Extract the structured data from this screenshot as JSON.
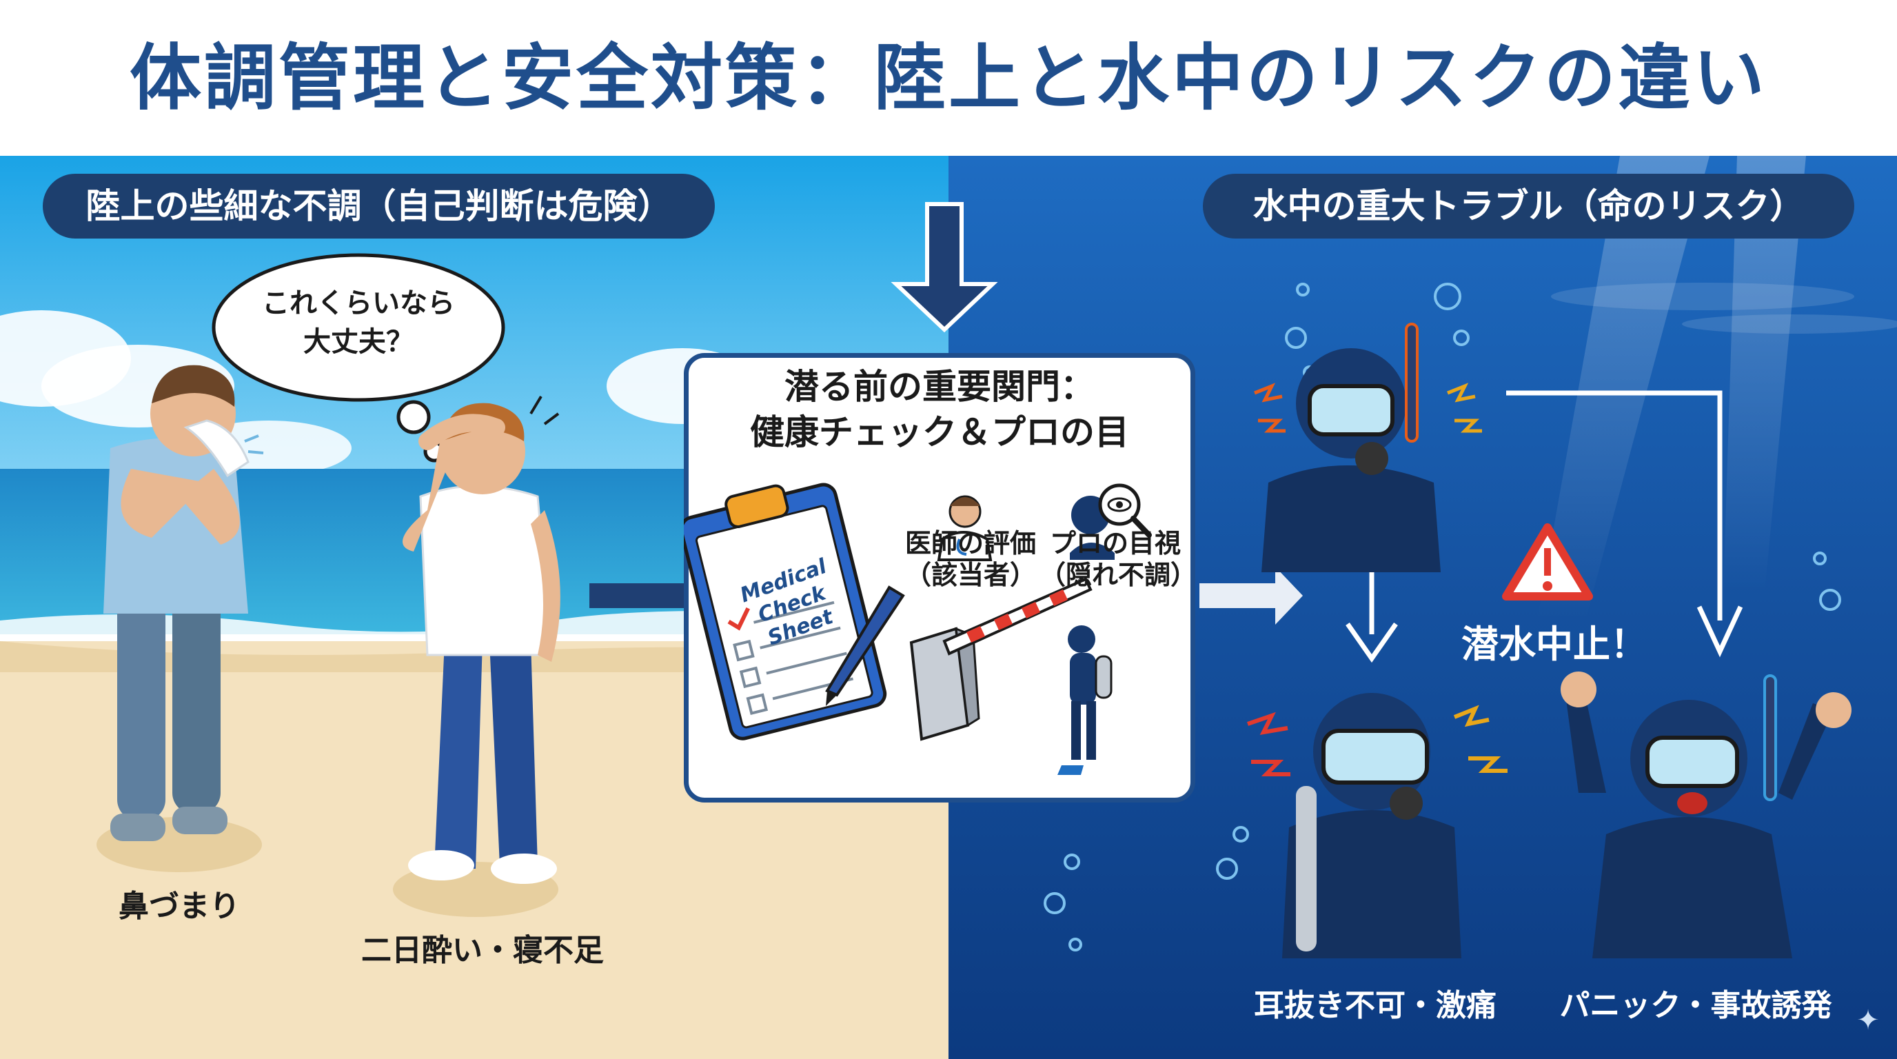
{
  "title": "体調管理と安全対策：陸上と水中のリスクの違い",
  "land": {
    "header": "陸上の些細な不調（自己判断は危険）",
    "thought_line1": "これくらいなら",
    "thought_line2": "大丈夫？",
    "person1_label": "鼻づまり",
    "person2_label": "二日酔い・寝不足"
  },
  "checkpoint": {
    "title_line1": "潜る前の重要関門：",
    "title_line2": "健康チェック＆プロの目",
    "clipboard_line1": "Medical",
    "clipboard_line2": "Check Sheet",
    "doctor_line1": "医師の評価",
    "doctor_line2": "（該当者）",
    "pro_line1": "プロの目視",
    "pro_line2": "（隠れ不調）"
  },
  "water": {
    "header": "水中の重大トラブル（命のリスク）",
    "stop_label": "潜水中止！",
    "diver2_label": "耳抜き不可・激痛",
    "diver3_label": "パニック・事故誘発"
  },
  "colors": {
    "title": "#1f4e8c",
    "pill": "#1d3f6e",
    "arrow": "#1f3f73",
    "sand": "#f4e2bf",
    "sea_deep": "#0d3a82",
    "warning": "#e23a2e"
  }
}
